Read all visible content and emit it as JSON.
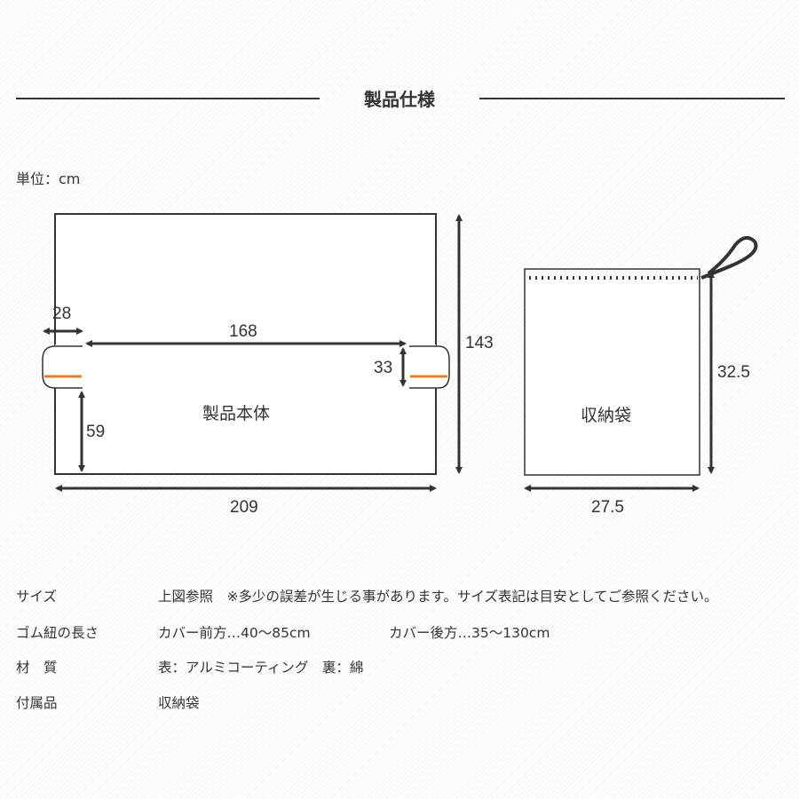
{
  "title": "製品仕様",
  "unit": "単位：cm",
  "diagram": {
    "main_label": "製品本体",
    "bag_label": "収納袋",
    "dims": {
      "d28": "28",
      "d168": "168",
      "d33": "33",
      "d59": "59",
      "d209": "209",
      "d143": "143",
      "d32_5": "32.5",
      "d27_5": "27.5"
    },
    "accent_color": "#f07c1b"
  },
  "specs": [
    {
      "label": "サイズ",
      "value": "上図参照　※多少の誤差が生じる事があります。サイズ表記は目安としてご参照ください。"
    },
    {
      "label": "ゴム紐の長さ",
      "value": "カバー前方…40〜85cm",
      "value2": "カバー後方…35〜130cm"
    },
    {
      "label": "材　質",
      "value": "表：アルミコーティング　裏：綿"
    },
    {
      "label": "付属品",
      "value": "収納袋"
    }
  ]
}
